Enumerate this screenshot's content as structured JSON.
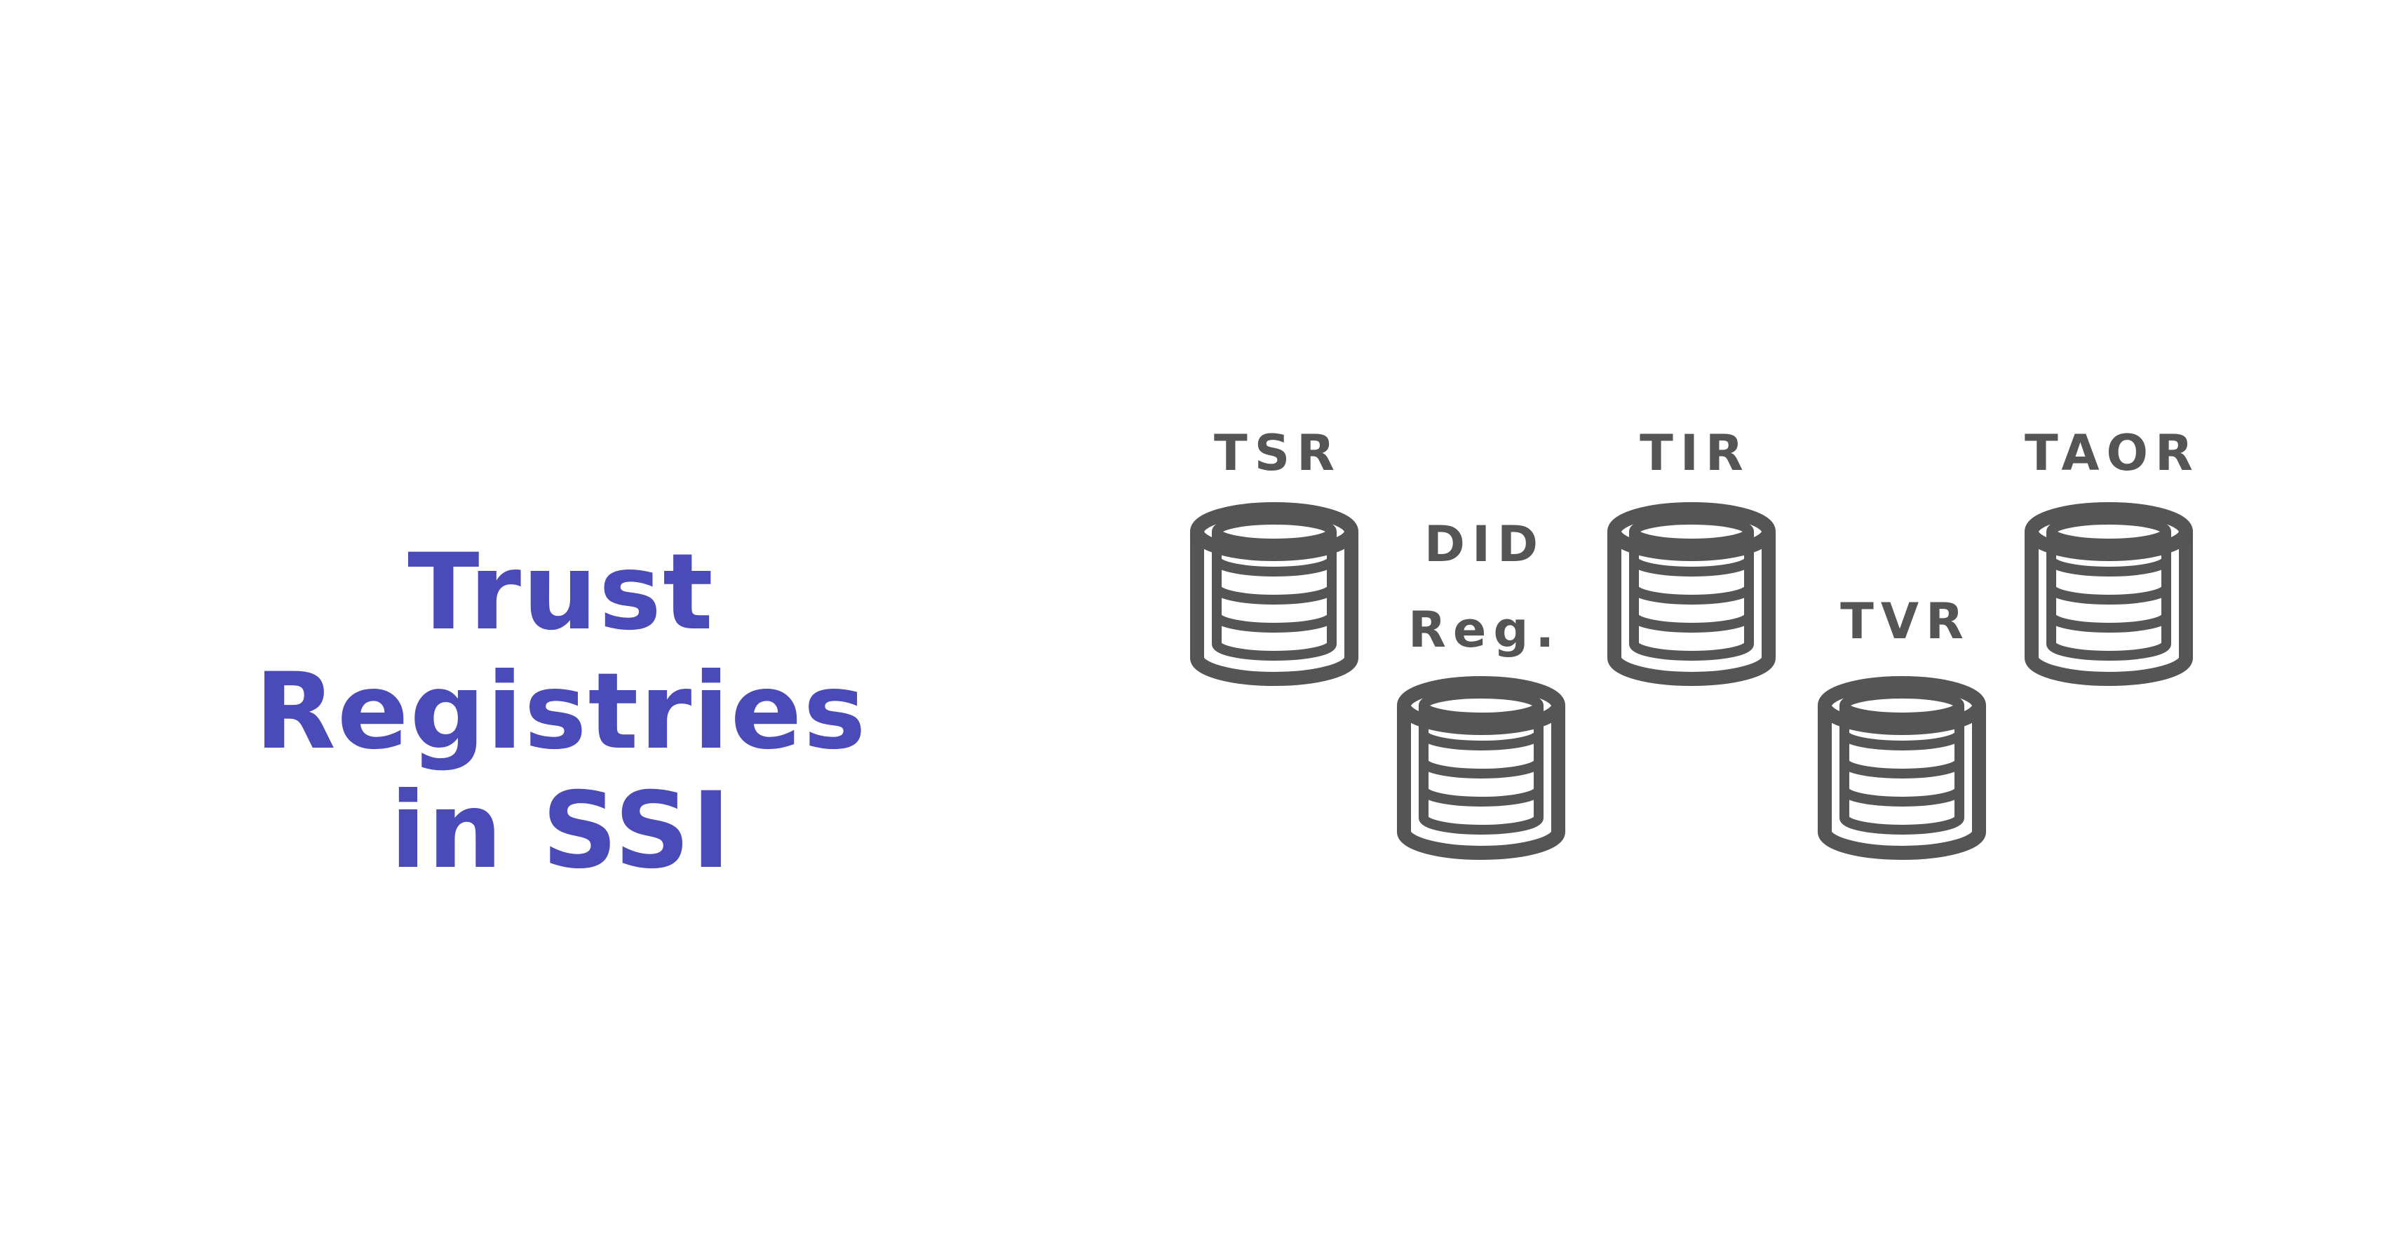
{
  "title": {
    "line1": "Trust Registries",
    "line2": "in SSI"
  },
  "colors": {
    "title": "#4a4ab8",
    "icon": "#555555",
    "label": "#555555",
    "background": "#ffffff"
  },
  "registries": [
    {
      "label": "TSR",
      "icon": "database-icon"
    },
    {
      "label_line1": "DID",
      "label_line2": "Reg.",
      "icon": "database-icon"
    },
    {
      "label": "TIR",
      "icon": "database-icon"
    },
    {
      "label": "TVR",
      "icon": "database-icon"
    },
    {
      "label": "TAOR",
      "icon": "database-icon"
    }
  ]
}
